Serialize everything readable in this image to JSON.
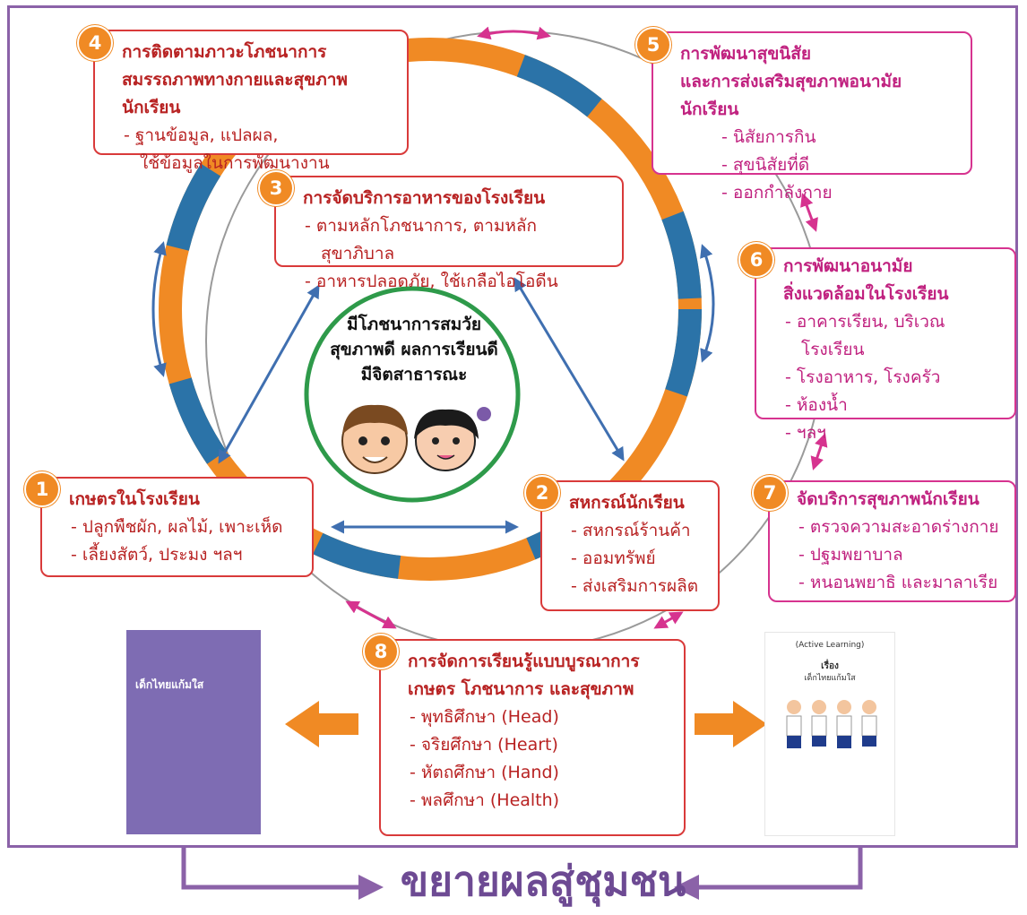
{
  "center": {
    "lines": [
      "มีโภชนาการสมวัย",
      "สุขภาพดี ผลการเรียนดี",
      "มีจิตสาธารณะ"
    ]
  },
  "boxes": {
    "b1": {
      "num": "1",
      "title": "เกษตรในโรงเรียน",
      "items": [
        "ปลูกพืชผัก, ผลไม้, เพาะเห็ด",
        "เลี้ยงสัตว์, ประมง ฯลฯ"
      ]
    },
    "b2": {
      "num": "2",
      "title": "สหกรณ์นักเรียน",
      "items": [
        "สหกรณ์ร้านค้า",
        "ออมทรัพย์",
        "ส่งเสริมการผลิต"
      ]
    },
    "b3": {
      "num": "3",
      "title": "การจัดบริการอาหารของโรงเรียน",
      "items": [
        "ตามหลักโภชนาการ, ตามหลักสุขาภิบาล",
        "อาหารปลอดภัย, ใช้เกลือไอโอดีน"
      ]
    },
    "b4": {
      "num": "4",
      "title1": "การติดตามภาวะโภชนาการ",
      "title2": "สมรรถภาพทางกายและสุขภาพนักเรียน",
      "item1": "ฐานข้อมูล, แปลผล,",
      "item1b": "ใช้ข้อมูลในการพัฒนางาน"
    },
    "b5": {
      "num": "5",
      "title1": "การพัฒนาสุขนิสัย",
      "title2": "และการส่งเสริมสุขภาพอนามัยนักเรียน",
      "items": [
        "นิสัยการกิน",
        "สุขนิสัยที่ดี",
        "ออกกำลังกาย"
      ]
    },
    "b6": {
      "num": "6",
      "title1": "การพัฒนาอนามัย",
      "title2": "สิ่งแวดล้อมในโรงเรียน",
      "items": [
        "อาคารเรียน, บริเวณโรงเรียน",
        "โรงอาหาร, โรงครัว",
        "ห้องน้ำ",
        "ฯลฯ"
      ]
    },
    "b7": {
      "num": "7",
      "title": "จัดบริการสุขภาพนักเรียน",
      "items": [
        "ตรวจความสะอาดร่างกาย",
        "ปฐมพยาบาล",
        "หนอนพยาธิ และมาลาเรีย"
      ]
    },
    "b8": {
      "num": "8",
      "title1": "การจัดการเรียนรู้แบบบูรณาการ",
      "title2": "เกษตร โภชนาการ และสุขภาพ",
      "items": [
        "พุทธิศึกษา (Head)",
        "จริยศึกษา (Heart)",
        "หัตถศึกษา (Hand)",
        "พลศึกษา  (Health)"
      ]
    }
  },
  "book_left": {
    "title": "เด็กไทยแก้มใส"
  },
  "book_right": {
    "line1": "(Active Learning)",
    "line2": "เรื่อง",
    "line3": "เด็กไทยแก้มใส"
  },
  "footer": {
    "text": "ขยายผลสู่ชุมชน"
  },
  "colors": {
    "orange": "#f08a24",
    "blue": "#2b73a8",
    "red": "#d93a3a",
    "pink": "#d6338f",
    "purple": "#8b62a8",
    "green": "#2e9a4a"
  }
}
